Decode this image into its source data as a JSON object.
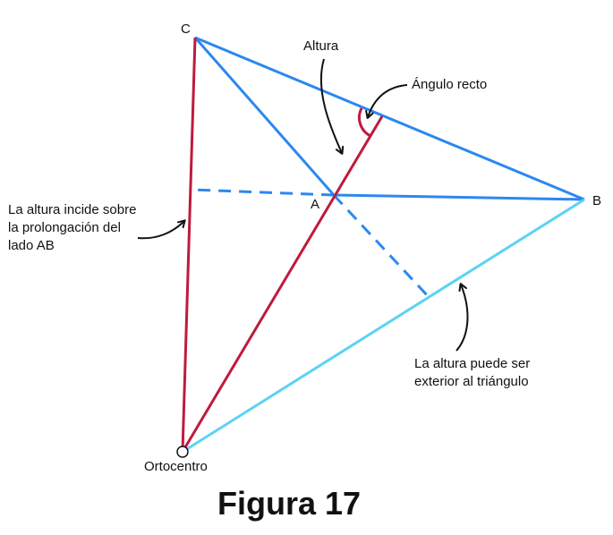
{
  "figure": {
    "caption": "Figura 17"
  },
  "vertices": {
    "a": "A",
    "b": "B",
    "c": "C"
  },
  "labels": {
    "orthocenter": "Ortocentro",
    "altitude": "Altura",
    "right_angle": "Ángulo recto",
    "extension_note": [
      "La altura incide sobre",
      "la prolongación del",
      "lado AB"
    ],
    "exterior_note": [
      "La altura puede ser",
      "exterior al triángulo"
    ]
  },
  "colors": {
    "triangle": "#2b88f0",
    "altitude": "#bf1a3c",
    "extension": "#5cd3f3",
    "ink": "#111111"
  }
}
